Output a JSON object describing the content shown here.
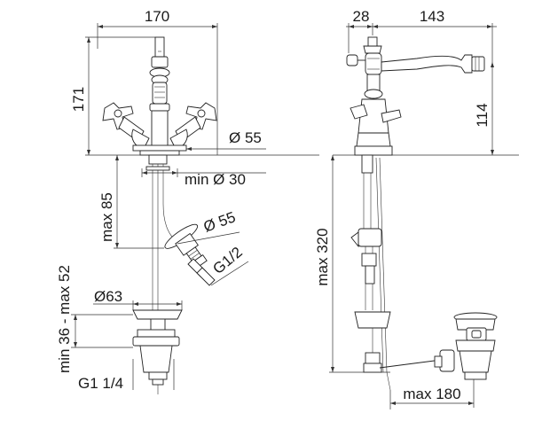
{
  "dimensions": {
    "front_width": "170",
    "front_height": "171",
    "front_diameter": "Ø 55",
    "min_hole": "min Ø 30",
    "max_85": "max 85",
    "hose_diameter": "Ø 55",
    "thread_half": "G1/2",
    "base_diameter": "Ø63",
    "range_36_52": "min 36 - max 52",
    "drain_thread": "G1 1/4",
    "side_28": "28",
    "side_143": "143",
    "side_114": "114",
    "side_max_320": "max 320",
    "side_max_180": "max 180"
  }
}
